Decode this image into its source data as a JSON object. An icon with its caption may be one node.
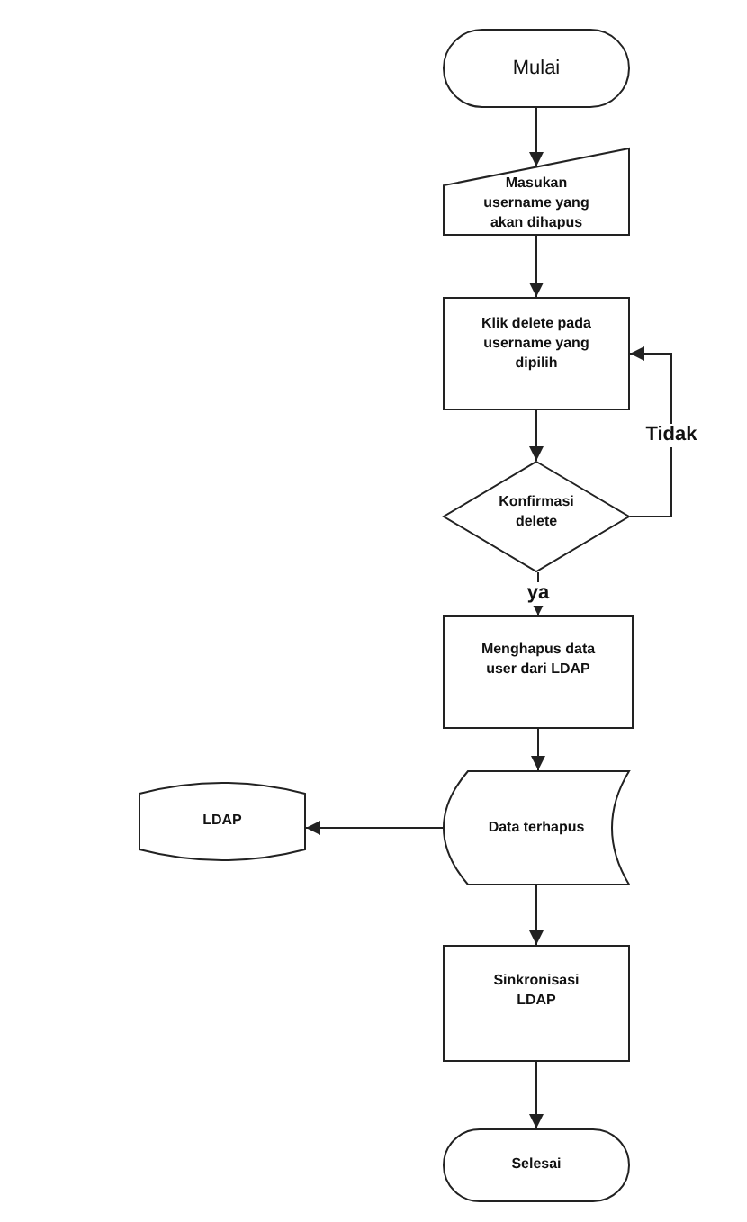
{
  "diagram": {
    "nodes": [
      {
        "text": [
          "Mulai"
        ]
      },
      {
        "text": [
          "Masukan username yang akan dihapus"
        ]
      },
      {
        "text": [
          "Klik delete pada username yang dipilih"
        ]
      },
      {
        "text": [
          "Konfirmasi delete"
        ]
      },
      {
        "text": [
          "Menghapus data user dari LDAP"
        ]
      },
      {
        "text": [
          "LDAP"
        ]
      },
      {
        "text": [
          "Data terhapus"
        ]
      },
      {
        "text": [
          "Sinkronisasi LDAP"
        ]
      },
      {
        "text": [
          "Selesai"
        ]
      }
    ],
    "edges": [
      {
        "from": 0,
        "to": 1,
        "arrow": "to"
      },
      {
        "from": 1,
        "to": 2,
        "arrow": "to"
      },
      {
        "from": 2,
        "to": 3,
        "arrow": "to"
      },
      {
        "from": 3,
        "to": 2,
        "arrow": "to",
        "label": "Tidak"
      },
      {
        "from": 3,
        "to": 4,
        "arrow": "to",
        "label": "ya"
      },
      {
        "from": 4,
        "to": 6,
        "arrow": "to"
      },
      {
        "from": 6,
        "to": 5,
        "arrow": "to"
      },
      {
        "from": 6,
        "to": 7,
        "arrow": "to"
      },
      {
        "from": 7,
        "to": 8,
        "arrow": "to"
      }
    ]
  }
}
